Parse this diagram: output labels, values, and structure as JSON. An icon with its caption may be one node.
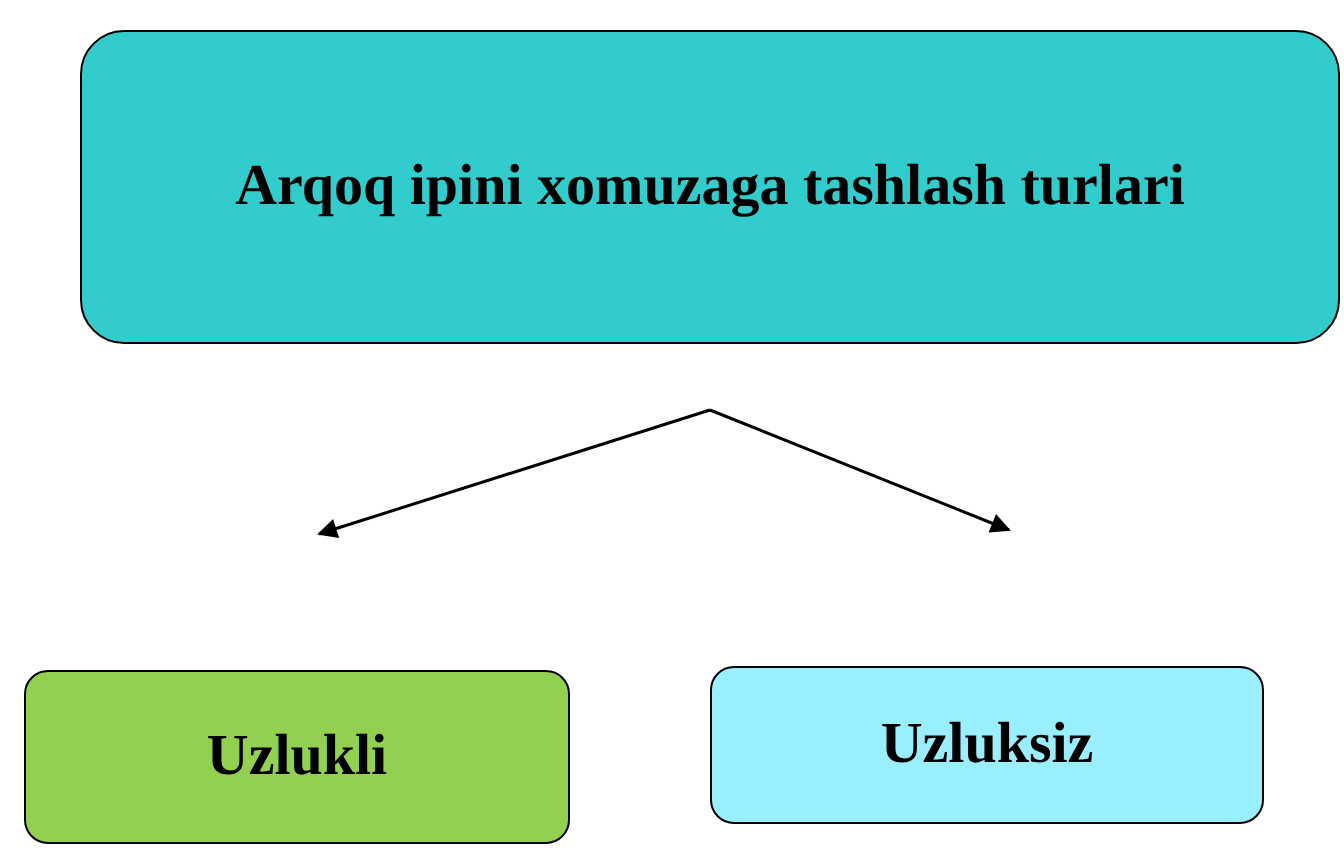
{
  "diagram": {
    "nodes": [
      {
        "text": [
          "Arqoq ipini xomuzaga tashlash turlari"
        ]
      },
      {
        "text": [
          "Uzlukli"
        ]
      },
      {
        "text": [
          "Uzluksiz"
        ]
      }
    ],
    "edges": [
      {
        "from": 0,
        "to": 1,
        "arrow": "to"
      },
      {
        "from": 0,
        "to": 2,
        "arrow": "to"
      }
    ]
  }
}
